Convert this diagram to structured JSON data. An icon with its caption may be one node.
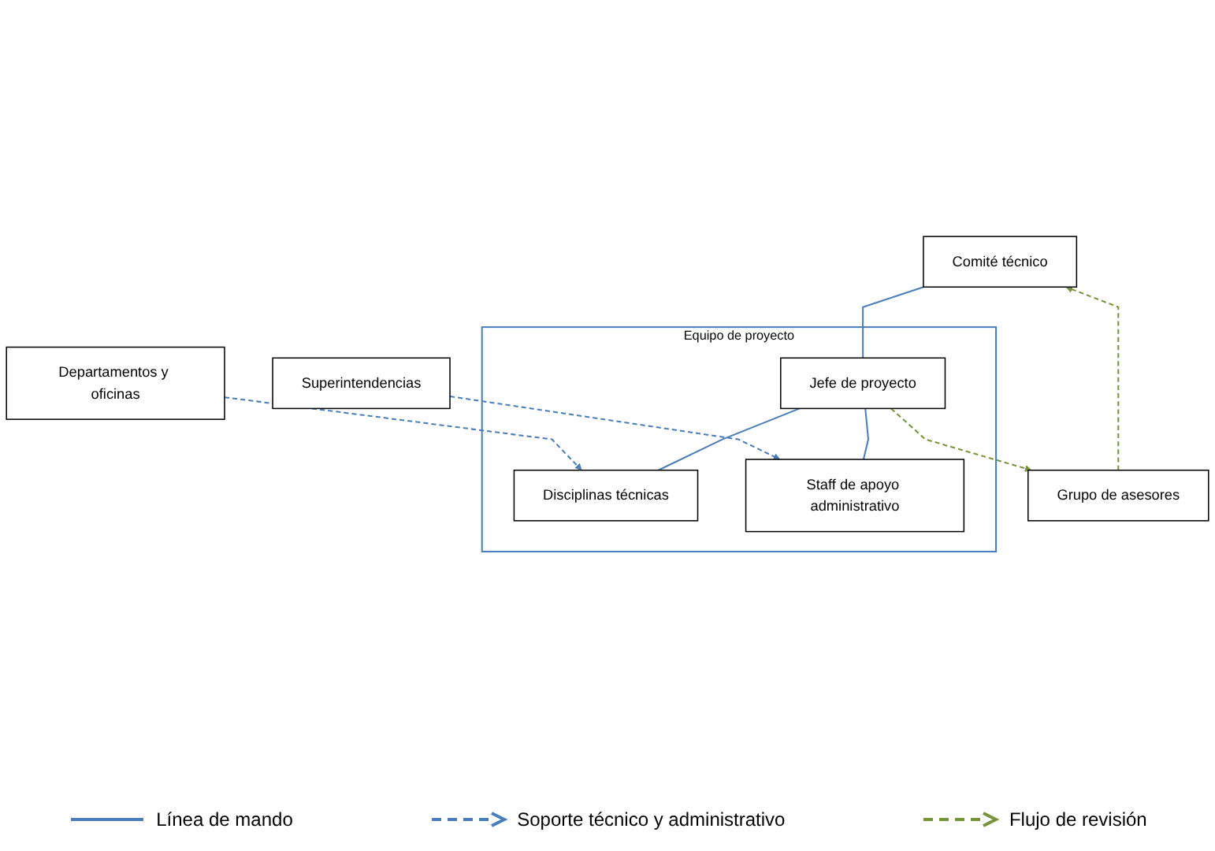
{
  "diagram": {
    "nodes": [
      {
        "text": [
          "Comité técnico"
        ]
      },
      {
        "text": [
          "Grupo de asesores"
        ]
      },
      {
        "text": [
          "Equipo de proyecto"
        ]
      },
      {
        "text": [
          "Jefe de proyecto"
        ],
        "in": 2
      },
      {
        "text": [
          "Disciplinas técnicas"
        ],
        "in": 2
      },
      {
        "text": [
          "Staff de apoyo administrativo"
        ],
        "in": 2
      },
      {
        "text": [
          "Departamentos y oficinas"
        ]
      },
      {
        "text": [
          "Superintendencias"
        ]
      }
    ],
    "edges": [
      {
        "from": 0,
        "to": 3,
        "arrow": "none"
      },
      {
        "from": 3,
        "to": 4,
        "arrow": "none"
      },
      {
        "from": 3,
        "to": 5,
        "arrow": "none"
      },
      {
        "from": 6,
        "to": 4,
        "arrow": "to",
        "style": "dashed"
      },
      {
        "from": 7,
        "to": 5,
        "arrow": "to",
        "style": "dashed"
      },
      {
        "from": 1,
        "to": 0,
        "arrow": "to",
        "style": "dashed",
        "color": "#77933c"
      },
      {
        "from": 3,
        "to": 1,
        "arrow": "to",
        "style": "dashed",
        "color": "#77933c"
      }
    ],
    "legend": [
      {
        "text": "Línea de mando"
      },
      {
        "text": "Soporte técnico y administrativo"
      },
      {
        "text": "Flujo de revisión"
      }
    ]
  }
}
